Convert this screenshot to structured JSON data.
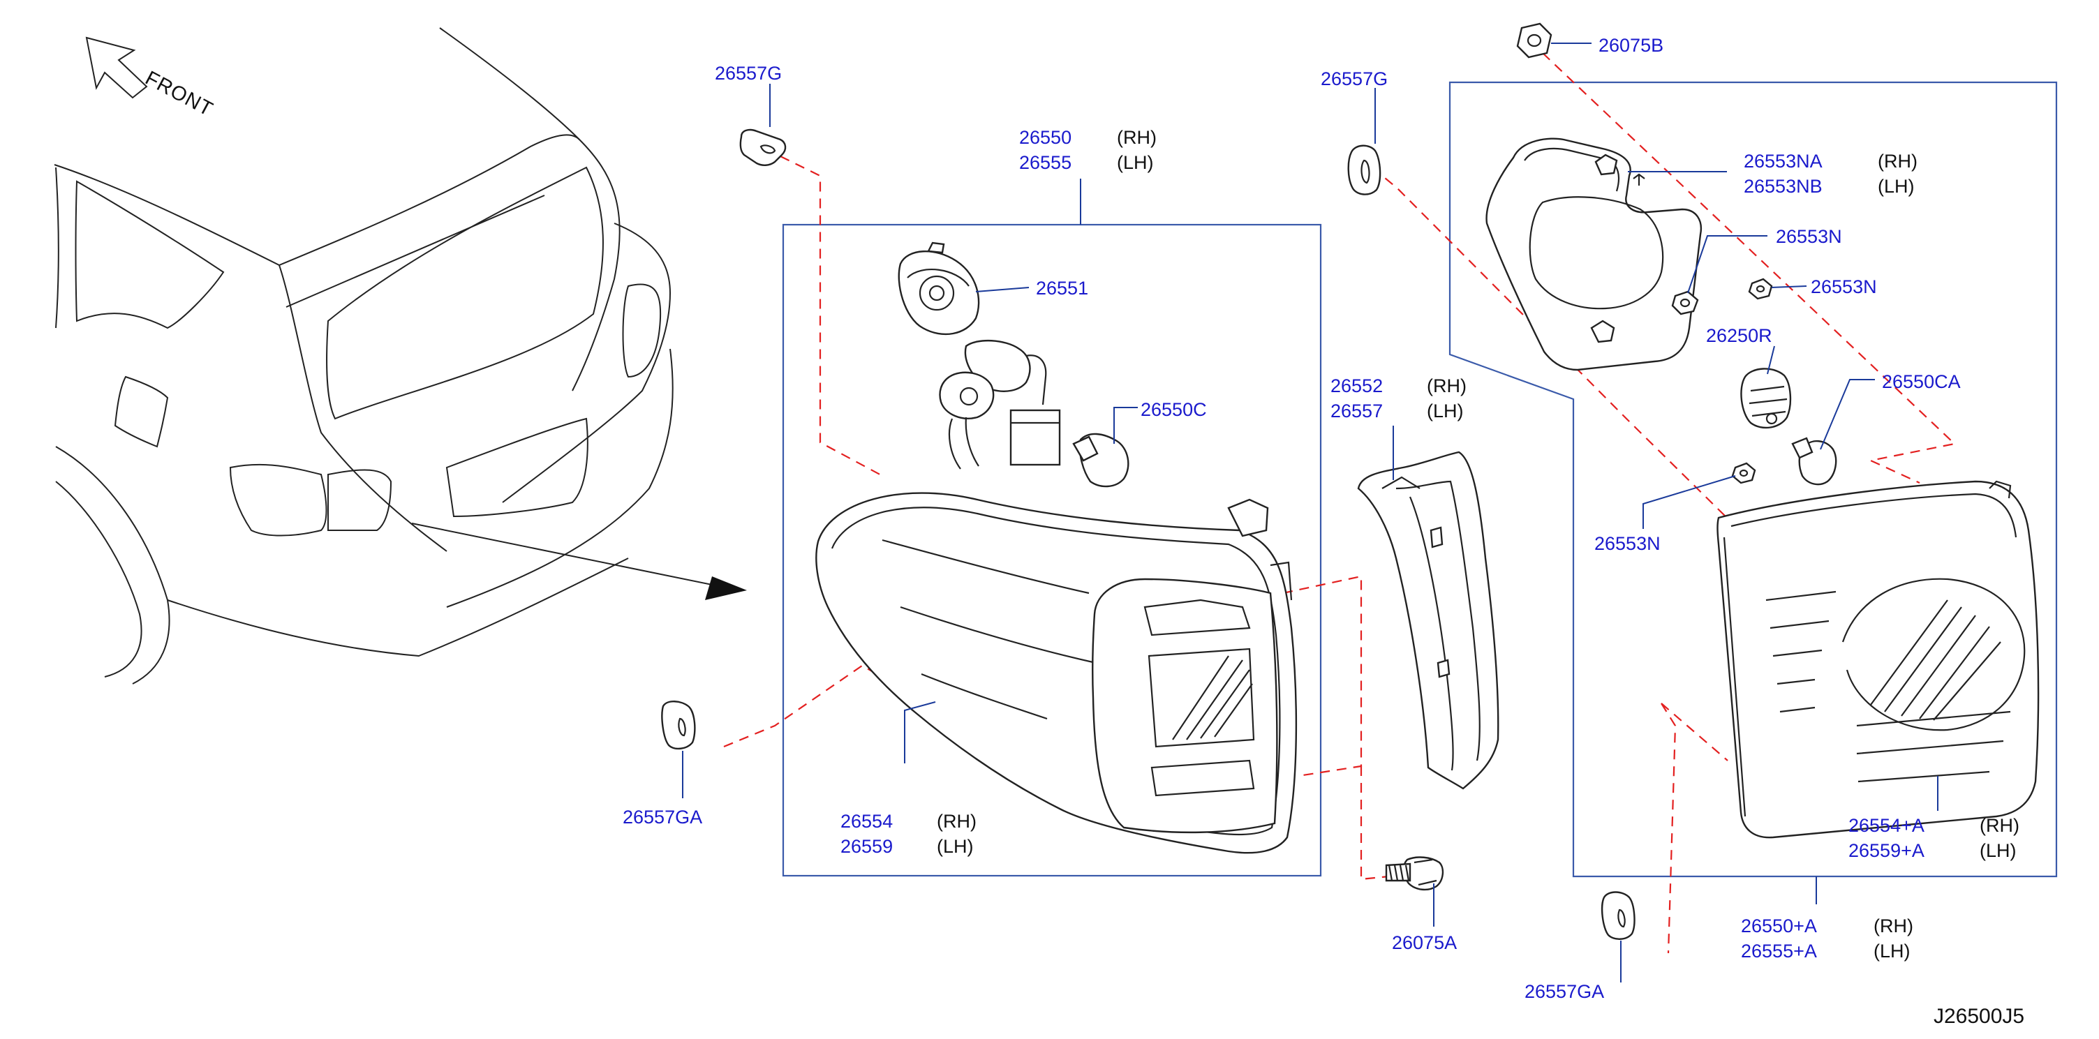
{
  "diagram": {
    "front_label": "FRONT",
    "drawing_code": "J26500J5",
    "colors": {
      "part_number": "#1a1acc",
      "callout_box": "#3a5aaa",
      "dashed_guide": "#e32020",
      "linework": "#222222"
    },
    "callouts": {
      "c26557g_left": {
        "number": "26557G"
      },
      "c26550_assembly": {
        "number_rh": "26550",
        "number_lh": "26555",
        "side_rh": "(RH)",
        "side_lh": "(LH)"
      },
      "c26551": {
        "number": "26551"
      },
      "c26550c": {
        "number": "26550C"
      },
      "c26554": {
        "number_rh": "26554",
        "number_lh": "26559",
        "side_rh": "(RH)",
        "side_lh": "(LH)"
      },
      "c26557ga_left": {
        "number": "26557GA"
      },
      "c26557g_mid": {
        "number": "26557G"
      },
      "c26552": {
        "number_rh": "26552",
        "number_lh": "26557",
        "side_rh": "(RH)",
        "side_lh": "(LH)"
      },
      "c26075a": {
        "number": "26075A"
      },
      "c26075b": {
        "number": "26075B"
      },
      "c26553na": {
        "number_rh": "26553NA",
        "number_lh": "26553NB",
        "side_rh": "(RH)",
        "side_lh": "(LH)"
      },
      "c26553n_a": {
        "number": "26553N"
      },
      "c26553n_b": {
        "number": "26553N"
      },
      "c26250r": {
        "number": "26250R"
      },
      "c26550ca": {
        "number": "26550CA"
      },
      "c26553n_c": {
        "number": "26553N"
      },
      "c26554a": {
        "number_rh": "26554+A",
        "number_lh": "26559+A",
        "side_rh": "(RH)",
        "side_lh": "(LH)"
      },
      "c26550a": {
        "number_rh": "26550+A",
        "number_lh": "26555+A",
        "side_rh": "(RH)",
        "side_lh": "(LH)"
      },
      "c26557ga_right": {
        "number": "26557GA"
      }
    }
  }
}
